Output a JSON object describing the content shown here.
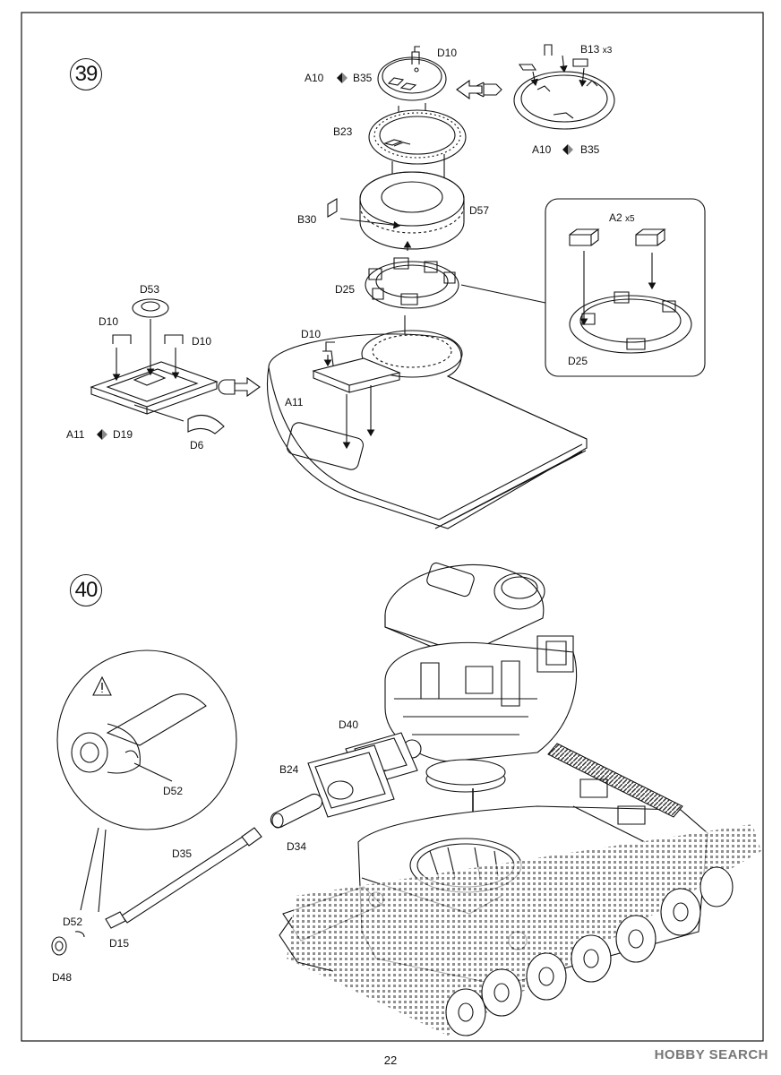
{
  "page_number": "22",
  "watermark": "HOBBY SEARCH",
  "steps": [
    {
      "number": "39",
      "labels": {
        "d10_top": "D10",
        "a10_top": "A10",
        "b35_top": "B35",
        "b13": "B13",
        "b13_qty": "x3",
        "a10_right": "A10",
        "b35_right": "B35",
        "b23": "B23",
        "b30": "B30",
        "d57": "D57",
        "d25_main": "D25",
        "a2": "A2",
        "a2_qty": "x5",
        "d25_detail": "D25",
        "d53": "D53",
        "d10_left": "D10",
        "d10_leftright": "D10",
        "a11_left": "A11",
        "d19": "D19",
        "d6": "D6",
        "d10_hatch": "D10",
        "a11_hatch": "A11"
      }
    },
    {
      "number": "40",
      "labels": {
        "d40": "D40",
        "b24": "B24",
        "d52_detail": "D52",
        "d35": "D35",
        "d34": "D34",
        "d52": "D52",
        "d15": "D15",
        "d48": "D48"
      }
    }
  ]
}
